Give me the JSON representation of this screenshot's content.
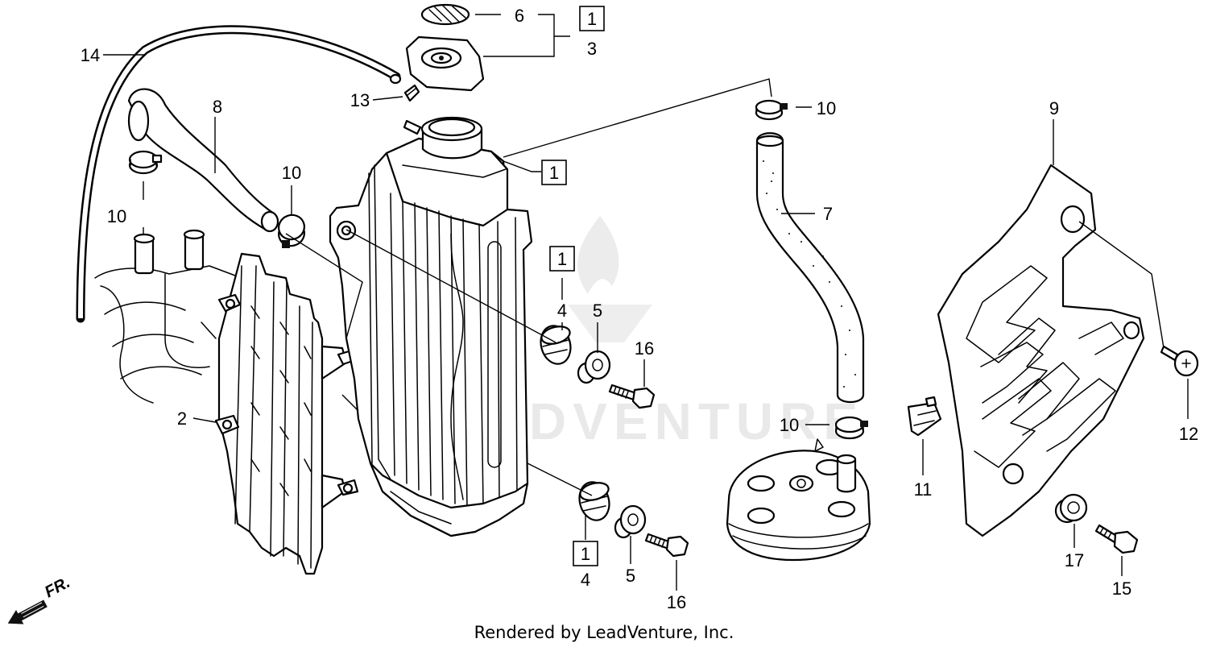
{
  "callouts": {
    "c1_top": "1",
    "c1_mid": "1",
    "c1_grommet": "1",
    "c1_bottom": "1",
    "c2": "2",
    "c3": "3",
    "c4_upper": "4",
    "c4_lower": "4",
    "c5_upper": "5",
    "c5_lower": "5",
    "c6": "6",
    "c7": "7",
    "c8": "8",
    "c9": "9",
    "c10_left": "10",
    "c10_mid": "10",
    "c10_top_right": "10",
    "c10_bottom_right": "10",
    "c11": "11",
    "c12": "12",
    "c13": "13",
    "c14": "14",
    "c15": "15",
    "c16_upper": "16",
    "c16_lower": "16",
    "c17": "17"
  },
  "watermark": "LEADVENTURE",
  "direction_label": "FR.",
  "footer_text": "Rendered by LeadVenture, Inc."
}
